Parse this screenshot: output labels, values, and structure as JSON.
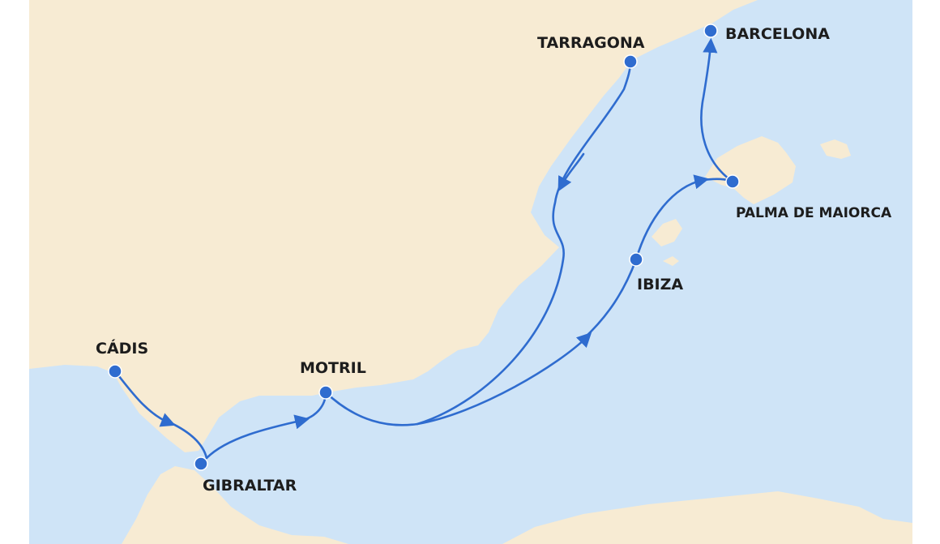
{
  "colors": {
    "sea": "#cfe4f7",
    "land": "#f7ebd3",
    "route": "#2f6ccf",
    "marker": "#2f6ccf",
    "label": "#1d1d1d"
  },
  "ports": {
    "cadiz": "CÁDIS",
    "gibraltar": "GIBRALTAR",
    "motril": "MOTRIL",
    "tarragona": "TARRAGONA",
    "barcelona": "BARCELONA",
    "palma": "PALMA DE MAIORCA",
    "ibiza": "IBIZA"
  }
}
